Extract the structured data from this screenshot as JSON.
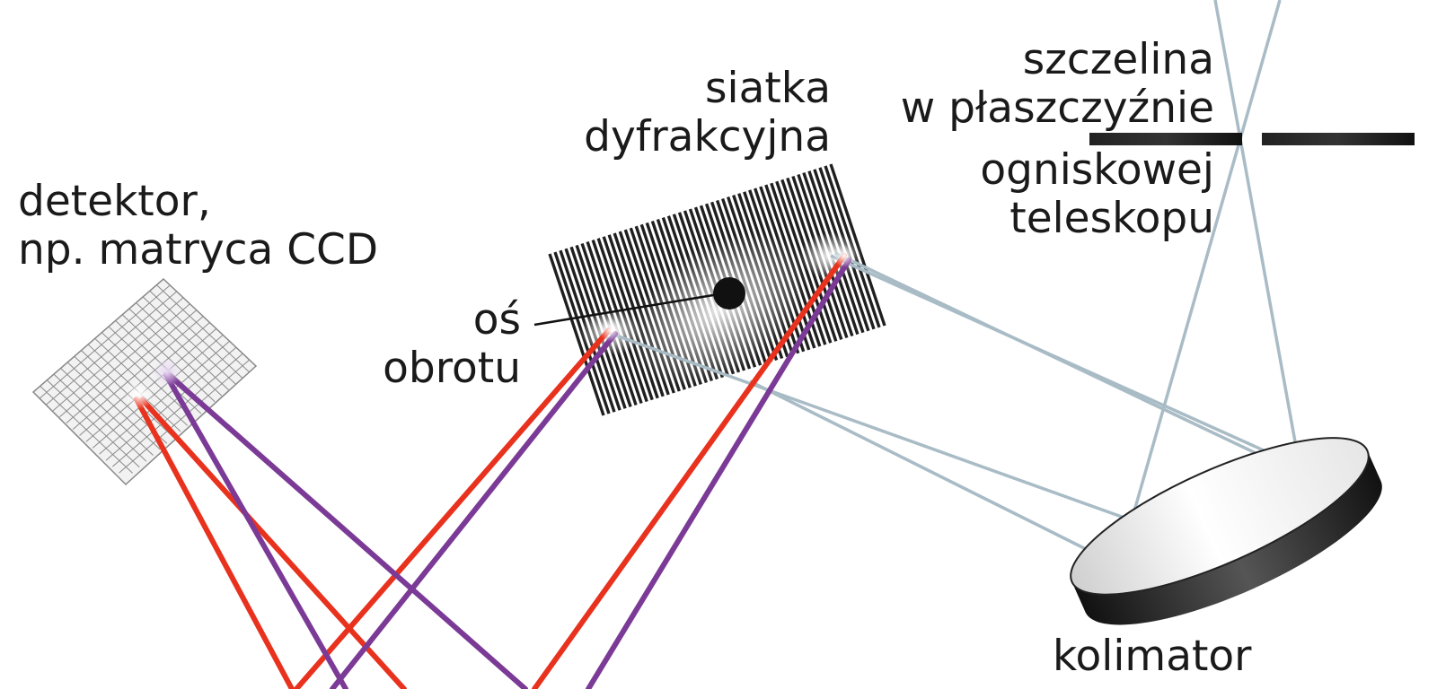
{
  "labels": {
    "slit": [
      "szczelina",
      "w płaszczyźnie",
      "ogniskowej",
      "teleskopu"
    ],
    "grating": [
      "siatka",
      "dyfrakcyjna"
    ],
    "detector": [
      "detektor,",
      "np. matryca CCD"
    ],
    "axis": [
      "oś",
      "obrotu"
    ],
    "collimator": "kolimator"
  },
  "colors": {
    "red_beam": "#e8321e",
    "violet_beam": "#7b3a96",
    "light_path": "#a9bcc6",
    "ink": "#1a1a1a"
  }
}
